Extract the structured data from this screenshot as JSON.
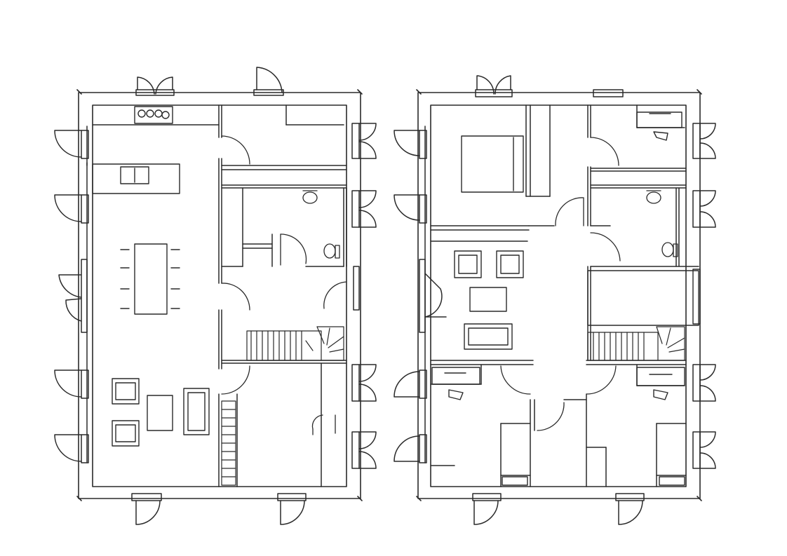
{
  "drawing": {
    "kind": "hand-sketched house floor plans",
    "sheets": [
      "ground-floor-plan",
      "upper-floor-plan"
    ],
    "ink_color": "#2a2a2a",
    "paper_color": "#ffffff"
  }
}
